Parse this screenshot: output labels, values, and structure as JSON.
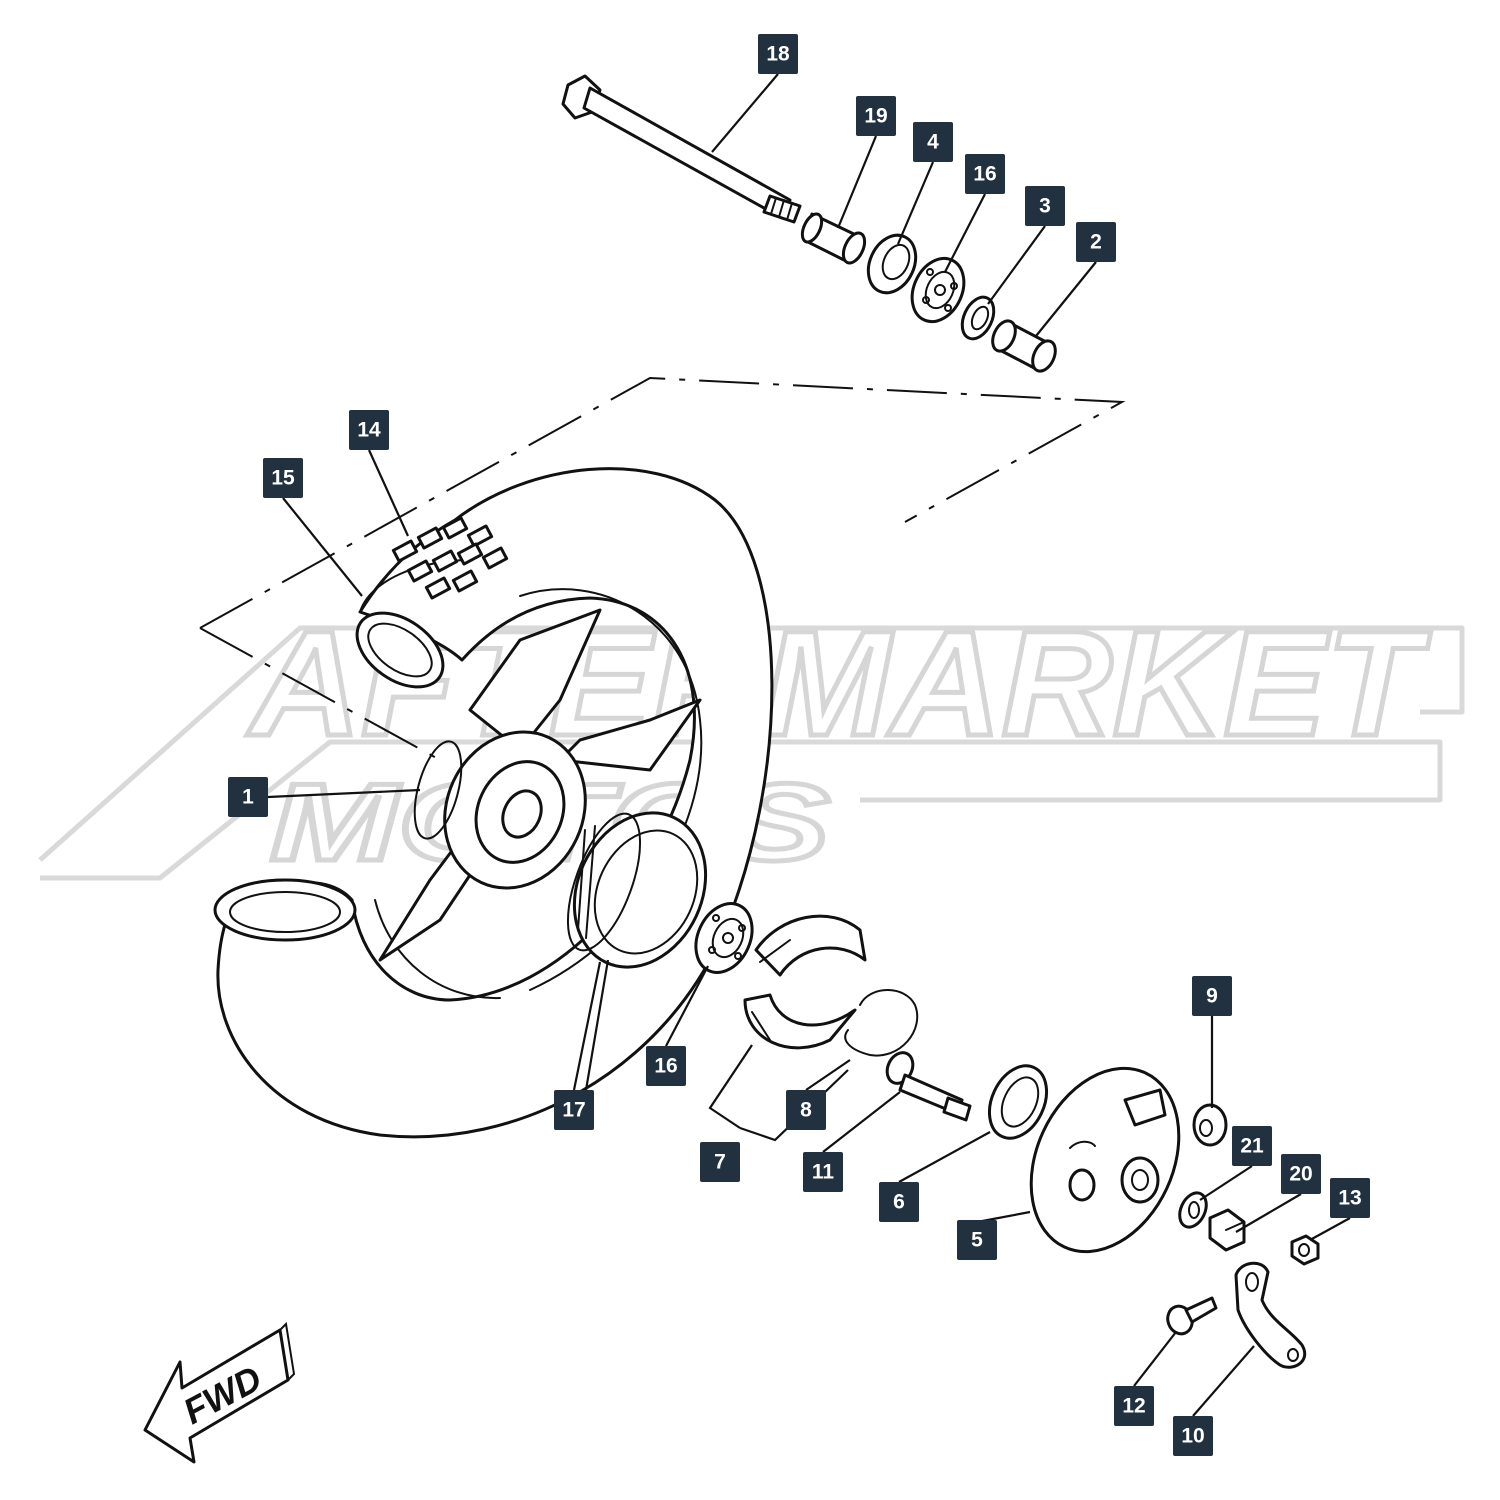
{
  "watermark": {
    "line1": "AFTERMARKET",
    "line2": "MOTOS"
  },
  "direction_arrow": {
    "label": "FWD"
  },
  "callouts": [
    {
      "id": "18",
      "label": "18"
    },
    {
      "id": "19",
      "label": "19"
    },
    {
      "id": "4a",
      "label": "4"
    },
    {
      "id": "16a",
      "label": "16"
    },
    {
      "id": "3",
      "label": "3"
    },
    {
      "id": "2",
      "label": "2"
    },
    {
      "id": "14",
      "label": "14"
    },
    {
      "id": "15",
      "label": "15"
    },
    {
      "id": "1",
      "label": "1"
    },
    {
      "id": "16b",
      "label": "16"
    },
    {
      "id": "17",
      "label": "17"
    },
    {
      "id": "8",
      "label": "8"
    },
    {
      "id": "7",
      "label": "7"
    },
    {
      "id": "11",
      "label": "11"
    },
    {
      "id": "6",
      "label": "6"
    },
    {
      "id": "5",
      "label": "5"
    },
    {
      "id": "9",
      "label": "9"
    },
    {
      "id": "21",
      "label": "21"
    },
    {
      "id": "20",
      "label": "20"
    },
    {
      "id": "13",
      "label": "13"
    },
    {
      "id": "12",
      "label": "12"
    },
    {
      "id": "10",
      "label": "10"
    }
  ]
}
